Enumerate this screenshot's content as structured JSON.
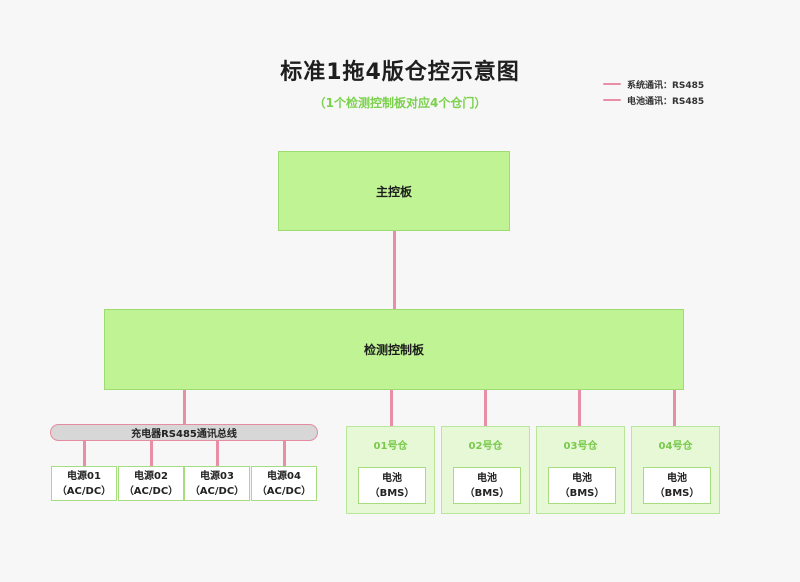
{
  "title": "标准1拖4版仓控示意图",
  "subtitle": "（1个检测控制板对应4个仓门）",
  "legend": [
    {
      "label": "系统通讯：RS485",
      "color": "#e88ea6"
    },
    {
      "label": "电池通讯：RS485",
      "color": "#e88ea6"
    }
  ],
  "main_board": "主控板",
  "detect_board": "检测控制板",
  "bus_label": "充电器RS485通讯总线",
  "power_supplies": [
    {
      "name": "电源01",
      "type": "（AC/DC）"
    },
    {
      "name": "电源02",
      "type": "（AC/DC）"
    },
    {
      "name": "电源03",
      "type": "（AC/DC）"
    },
    {
      "name": "电源04",
      "type": "（AC/DC）"
    }
  ],
  "bays": [
    {
      "label": "01号仓",
      "battery": "电池",
      "bms": "（BMS）"
    },
    {
      "label": "02号仓",
      "battery": "电池",
      "bms": "（BMS）"
    },
    {
      "label": "03号仓",
      "battery": "电池",
      "bms": "（BMS）"
    },
    {
      "label": "04号仓",
      "battery": "电池",
      "bms": "（BMS）"
    }
  ],
  "colors": {
    "line": "#e88ea6",
    "box_fill": "#bff394",
    "accent_text": "#7bd14c"
  }
}
